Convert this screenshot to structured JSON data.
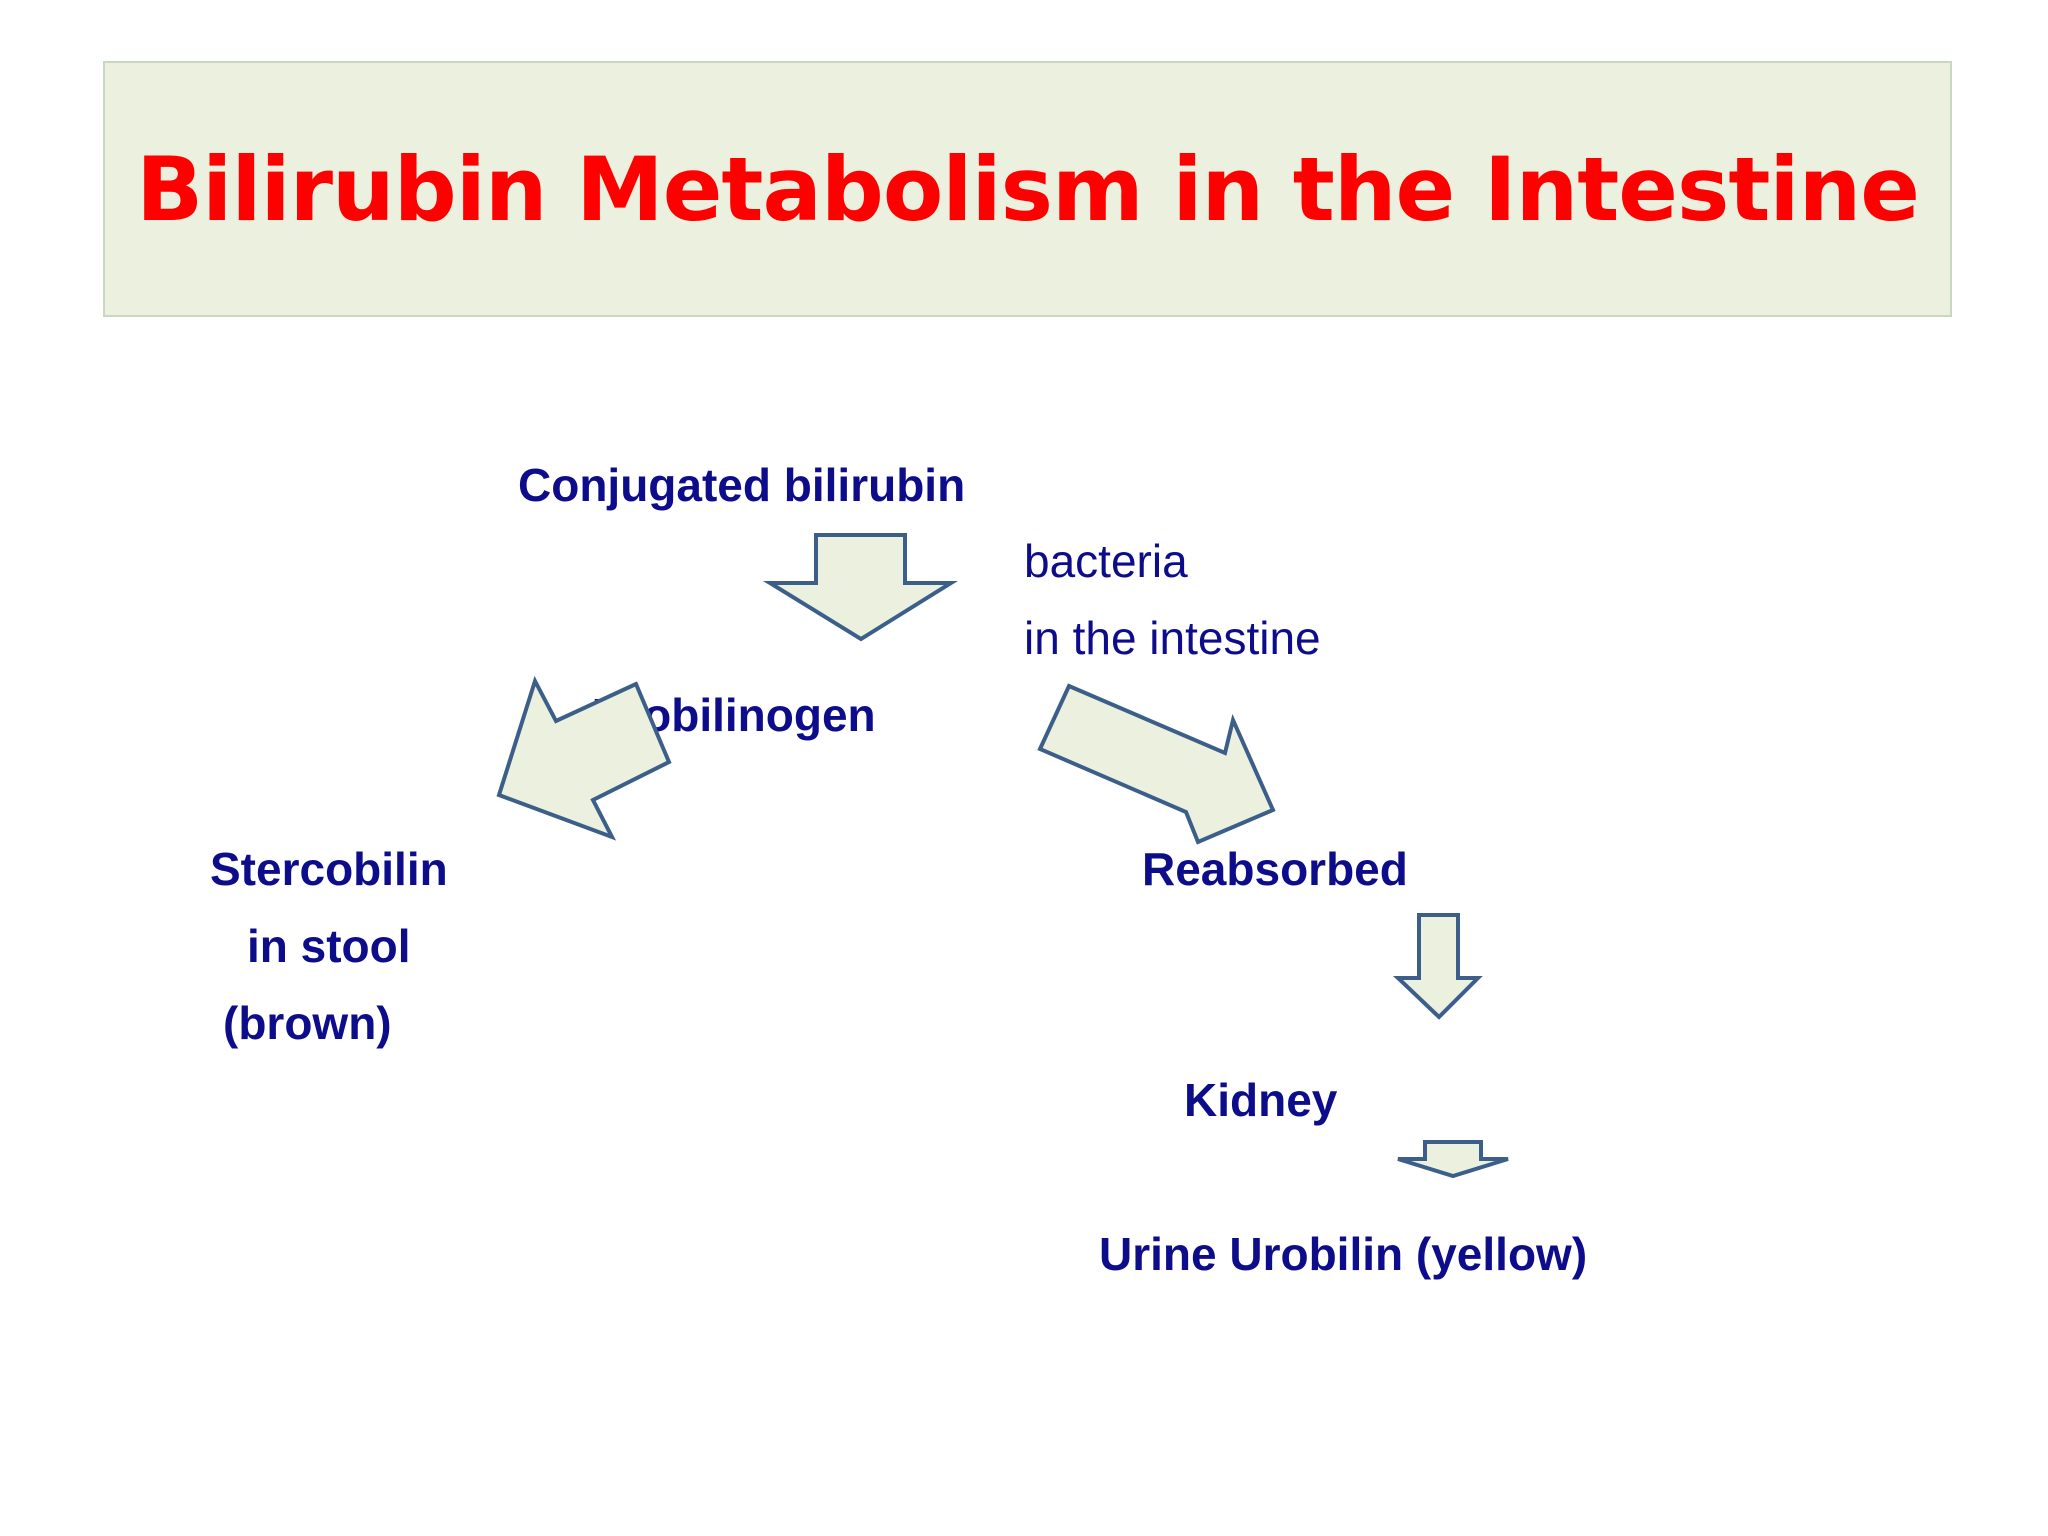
{
  "slide": {
    "title": "Bilirubin Metabolism in the Intestine"
  },
  "diagram": {
    "conjugated": "Conjugated bilirubin",
    "bacteria_line1": "bacteria",
    "bacteria_line2": "in the intestine",
    "urobilinogen": "Urobilinogen",
    "stercobilin_line1": "Stercobilin",
    "stercobilin_line2": "in stool",
    "stercobilin_line3": "(brown)",
    "reabsorbed": "Reabsorbed",
    "kidney": "Kidney",
    "urine": "Urine Urobilin (yellow)"
  },
  "colors": {
    "title_text": "#ff0000",
    "title_background": "#ebf1de",
    "node_text": "#0d0d8c",
    "arrow_fill": "#ebf1de",
    "arrow_stroke": "#3c5f8a"
  },
  "icons": [
    "down-arrow-icon",
    "down-left-arrow-icon",
    "down-right-arrow-icon"
  ]
}
